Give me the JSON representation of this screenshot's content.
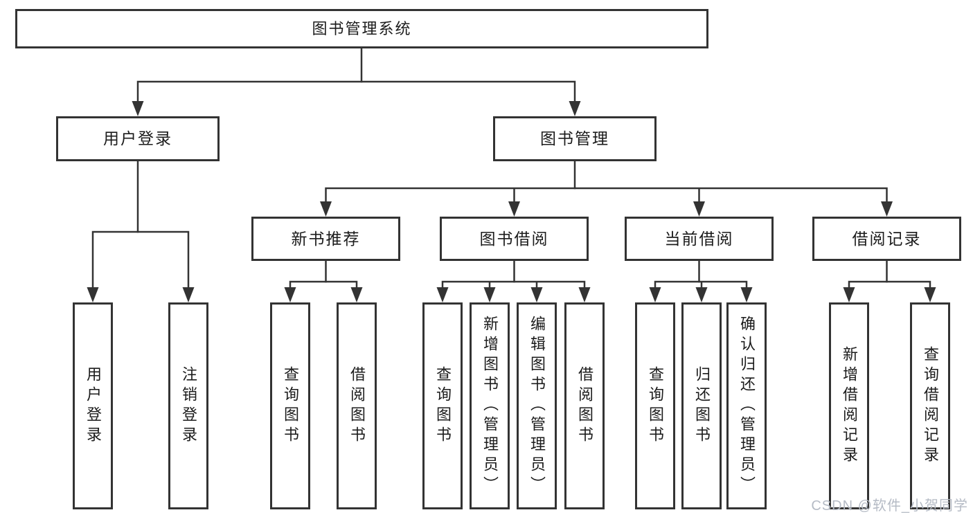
{
  "diagram": {
    "root": {
      "label": "图书管理系统"
    },
    "level2": {
      "user": {
        "label": "用户登录"
      },
      "book": {
        "label": "图书管理"
      }
    },
    "level3": {
      "new_books": {
        "label": "新书推荐"
      },
      "borrow": {
        "label": "图书借阅"
      },
      "current": {
        "label": "当前借阅"
      },
      "records": {
        "label": "借阅记录"
      }
    },
    "leaves": {
      "user": [
        "用户登录",
        "注销登录"
      ],
      "new_books": [
        "查询图书",
        "借阅图书"
      ],
      "borrow": [
        "查询图书",
        "新增图书（管理员）",
        "编辑图书（管理员）",
        "借阅图书"
      ],
      "current": [
        "查询图书",
        "归还图书",
        "确认归还（管理员）"
      ],
      "records": [
        "新增借阅记录",
        "查询借阅记录"
      ]
    }
  },
  "watermark": {
    "label": "CSDN @软件_小贺同学"
  },
  "colors": {
    "line": "#333333",
    "text": "#1b1b1b",
    "box_bg": "#ffffff",
    "watermark": "#b5bbc5",
    "background": "#ffffff"
  }
}
